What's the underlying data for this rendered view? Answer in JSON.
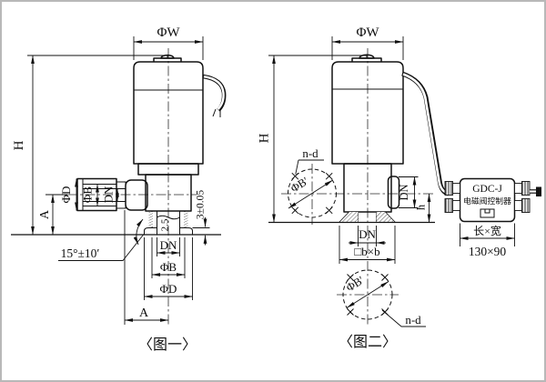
{
  "drawing": {
    "fig1": {
      "caption": "〈图一〉",
      "phi_w": "ΦW",
      "height": "H",
      "a_side": "A",
      "phi_d_in": "ΦD",
      "phi_b_in": "ΦB",
      "dn_in": "DN",
      "angle": "15°±10′",
      "thread_depth": "2.5",
      "seat_thickness": "3±0.05",
      "dn_out": "DN",
      "phi_b_out": "ΦB",
      "phi_d_out": "ΦD",
      "a_bottom": "A"
    },
    "fig2": {
      "caption": "〈图二〉",
      "phi_w": "ΦW",
      "height": "H",
      "n_d_flange": "n-d",
      "phi_b_flange": "ΦB′",
      "dn_port": "DN",
      "port_height": "h",
      "dn_base": "DN",
      "base_square": "□b×b",
      "phi_b_base": "ΦB′",
      "n_d_base": "n-d"
    },
    "controller": {
      "model": "GDC-J",
      "label": "电磁阀控制器",
      "size_label": "长×宽",
      "size_value": "130×90"
    }
  }
}
